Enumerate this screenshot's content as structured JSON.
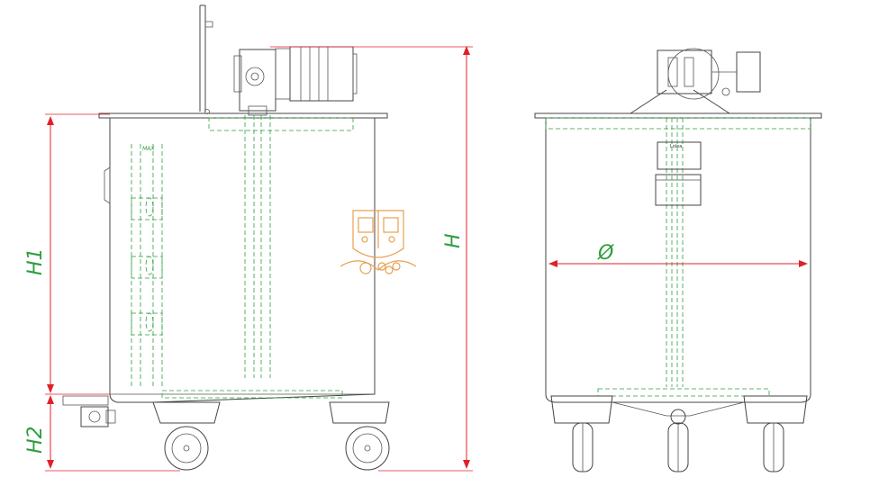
{
  "dimensions": {
    "h1": "H1",
    "h2": "H2",
    "h": "H",
    "diameter": "Ø"
  },
  "annotations": {
    "max_level": "MAX",
    "brand_plate": "Lolea"
  },
  "colors": {
    "dimension": "#e0202a",
    "hidden_line": "#2e9e3e",
    "outline": "#444444",
    "logo": "#e8a050"
  },
  "icons": {
    "logo": "winery-crest-icon"
  }
}
